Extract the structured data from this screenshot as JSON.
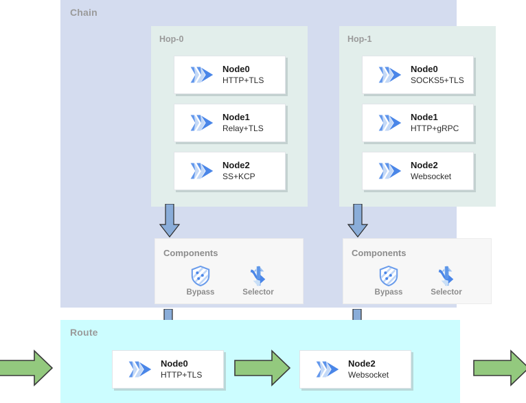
{
  "diagram": {
    "type": "flow-diagram",
    "title_chain": "Chain",
    "title_route": "Route",
    "colors": {
      "chain_bg": "#d4dcef",
      "route_bg": "#ccfdff",
      "hop_bg": "#e2eeeb",
      "components_bg": "#f7f7f7",
      "node_card_bg": "#ffffff",
      "node_icon_blue": "#4a86e8",
      "node_icon_light_blue": "#c4d9f7",
      "blue_arrow": "#8aadd9",
      "green_arrow": "#93c97e",
      "title_gray": "#9a9a9a"
    }
  },
  "chain": {
    "label": "Chain",
    "hops": [
      {
        "label": "Hop-0",
        "nodes": [
          {
            "name": "Node0",
            "protocol": "HTTP+TLS",
            "icon": "node-arrow-icon"
          },
          {
            "name": "Node1",
            "protocol": "Relay+TLS",
            "icon": "node-arrow-icon"
          },
          {
            "name": "Node2",
            "protocol": "SS+KCP",
            "icon": "node-arrow-icon"
          }
        ],
        "components": {
          "label": "Components",
          "items": [
            {
              "label": "Bypass",
              "icon": "shield-icon"
            },
            {
              "label": "Selector",
              "icon": "selector-arrows-icon"
            }
          ]
        }
      },
      {
        "label": "Hop-1",
        "nodes": [
          {
            "name": "Node0",
            "protocol": "SOCKS5+TLS",
            "icon": "node-arrow-icon"
          },
          {
            "name": "Node1",
            "protocol": "HTTP+gRPC",
            "icon": "node-arrow-icon"
          },
          {
            "name": "Node2",
            "protocol": "Websocket",
            "icon": "node-arrow-icon"
          }
        ],
        "components": {
          "label": "Components",
          "items": [
            {
              "label": "Bypass",
              "icon": "shield-icon"
            },
            {
              "label": "Selector",
              "icon": "selector-arrows-icon"
            }
          ]
        }
      }
    ]
  },
  "route": {
    "label": "Route",
    "nodes": [
      {
        "name": "Node0",
        "protocol": "HTTP+TLS",
        "icon": "node-arrow-icon"
      },
      {
        "name": "Node2",
        "protocol": "Websocket",
        "icon": "node-arrow-icon"
      }
    ]
  },
  "flow_arrows": {
    "down": [
      {
        "from": "Hop-0",
        "to": "Components (left)",
        "color": "#8aadd9"
      },
      {
        "from": "Hop-1",
        "to": "Components (right)",
        "color": "#8aadd9"
      },
      {
        "from": "Components (left)",
        "to": "Route Node0",
        "color": "#8aadd9"
      },
      {
        "from": "Components (right)",
        "to": "Route Node2",
        "color": "#8aadd9"
      }
    ],
    "right": [
      {
        "position": "route-inbound",
        "color": "#93c97e"
      },
      {
        "position": "route-between",
        "color": "#93c97e"
      },
      {
        "position": "route-outbound",
        "color": "#93c97e"
      }
    ]
  }
}
